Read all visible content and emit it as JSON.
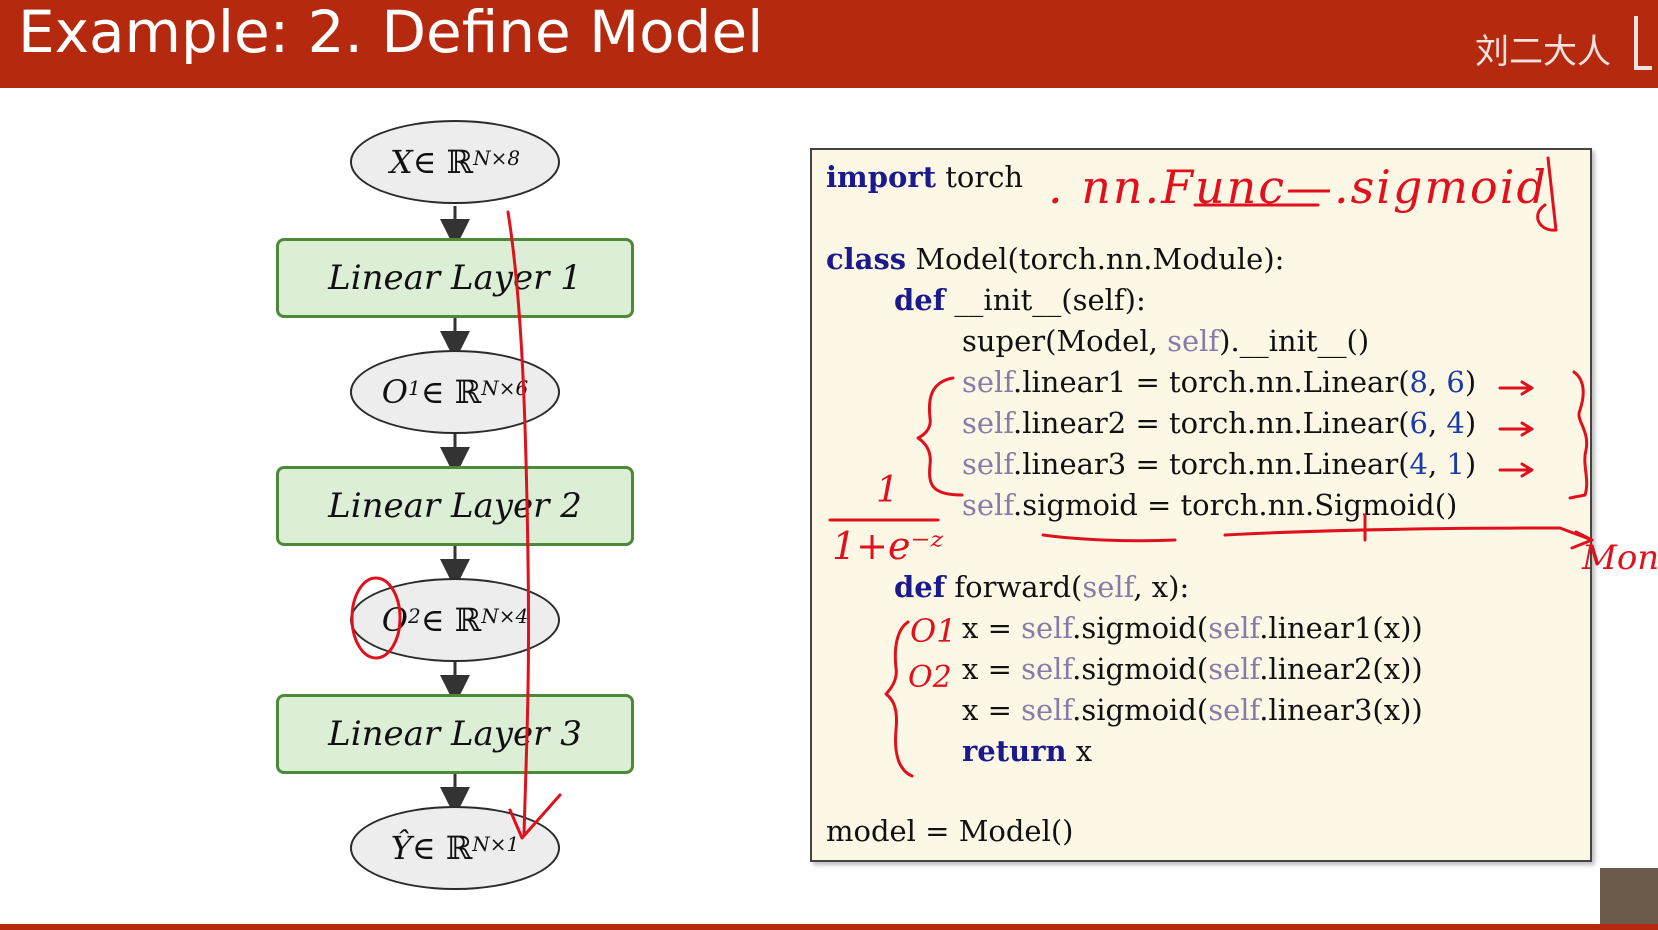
{
  "header": {
    "title": "Example: 2. Define Model",
    "author": "刘二大人"
  },
  "diagram": {
    "input_node": {
      "var": "X",
      "sym": " ∈ ℝ",
      "exp": "N×8"
    },
    "layer1": "Linear Layer 1",
    "o1_node": {
      "var": "O",
      "sup": "1",
      "sym": " ∈ ℝ",
      "exp": "N×6"
    },
    "layer2": "Linear Layer 2",
    "o2_node": {
      "var": "O",
      "sup": "2",
      "sym": " ∈ ℝ",
      "exp": "N×4"
    },
    "layer3": "Linear Layer 3",
    "output_node": {
      "var": "Ŷ",
      "sym": " ∈ ℝ",
      "exp": "N×1"
    }
  },
  "code": {
    "l1_kw": "import",
    "l1_rest": " torch",
    "l2_kw": "class",
    "l2_rest": " Model(torch.nn.Module):",
    "l3_kw": "def",
    "l3_rest": " __init__(self):",
    "l4_a": "super(Model, ",
    "l4_self": "self",
    "l4_b": ").__init__()",
    "l5_self": "self",
    "l5_a": ".linear1 = torch.nn.Linear(",
    "l5_n1": "8",
    "l5_c": ", ",
    "l5_n2": "6",
    "l5_e": ")",
    "l6_self": "self",
    "l6_a": ".linear2 = torch.nn.Linear(",
    "l6_n1": "6",
    "l6_c": ", ",
    "l6_n2": "4",
    "l6_e": ")",
    "l7_self": "self",
    "l7_a": ".linear3 = torch.nn.Linear(",
    "l7_n1": "4",
    "l7_c": ", ",
    "l7_n2": "1",
    "l7_e": ")",
    "l8_self": "self",
    "l8_a": ".sigmoid = torch.nn.Sigmoid()",
    "l9_kw": "def",
    "l9_a": " forward(",
    "l9_self": "self",
    "l9_b": ", x):",
    "l10_a": "x = ",
    "l10_s1": "self",
    "l10_b": ".sigmoid(",
    "l10_s2": "self",
    "l10_c": ".linear1(x))",
    "l11_a": "x = ",
    "l11_s1": "self",
    "l11_b": ".sigmoid(",
    "l11_s2": "self",
    "l11_c": ".linear2(x))",
    "l12_a": "x = ",
    "l12_s1": "self",
    "l12_b": ".sigmoid(",
    "l12_s2": "self",
    "l12_c": ".linear3(x))",
    "l13_kw": "return",
    "l13_rest": " x",
    "l14": "model = Model()"
  },
  "handwriting": {
    "top_note": ". nn.Func—.sigmoid",
    "fraction_num": "1",
    "fraction_den": "1+e⁻ᶻ",
    "o1": "O1",
    "o2": "O2",
    "right_note": "Mon"
  },
  "colors": {
    "header": "#b5290f",
    "ink": "#e0101c",
    "node_fill": "#ededed",
    "layer_fill": "#dcefd6",
    "layer_border": "#4c8a3a",
    "code_bg": "#fdf8e6"
  }
}
